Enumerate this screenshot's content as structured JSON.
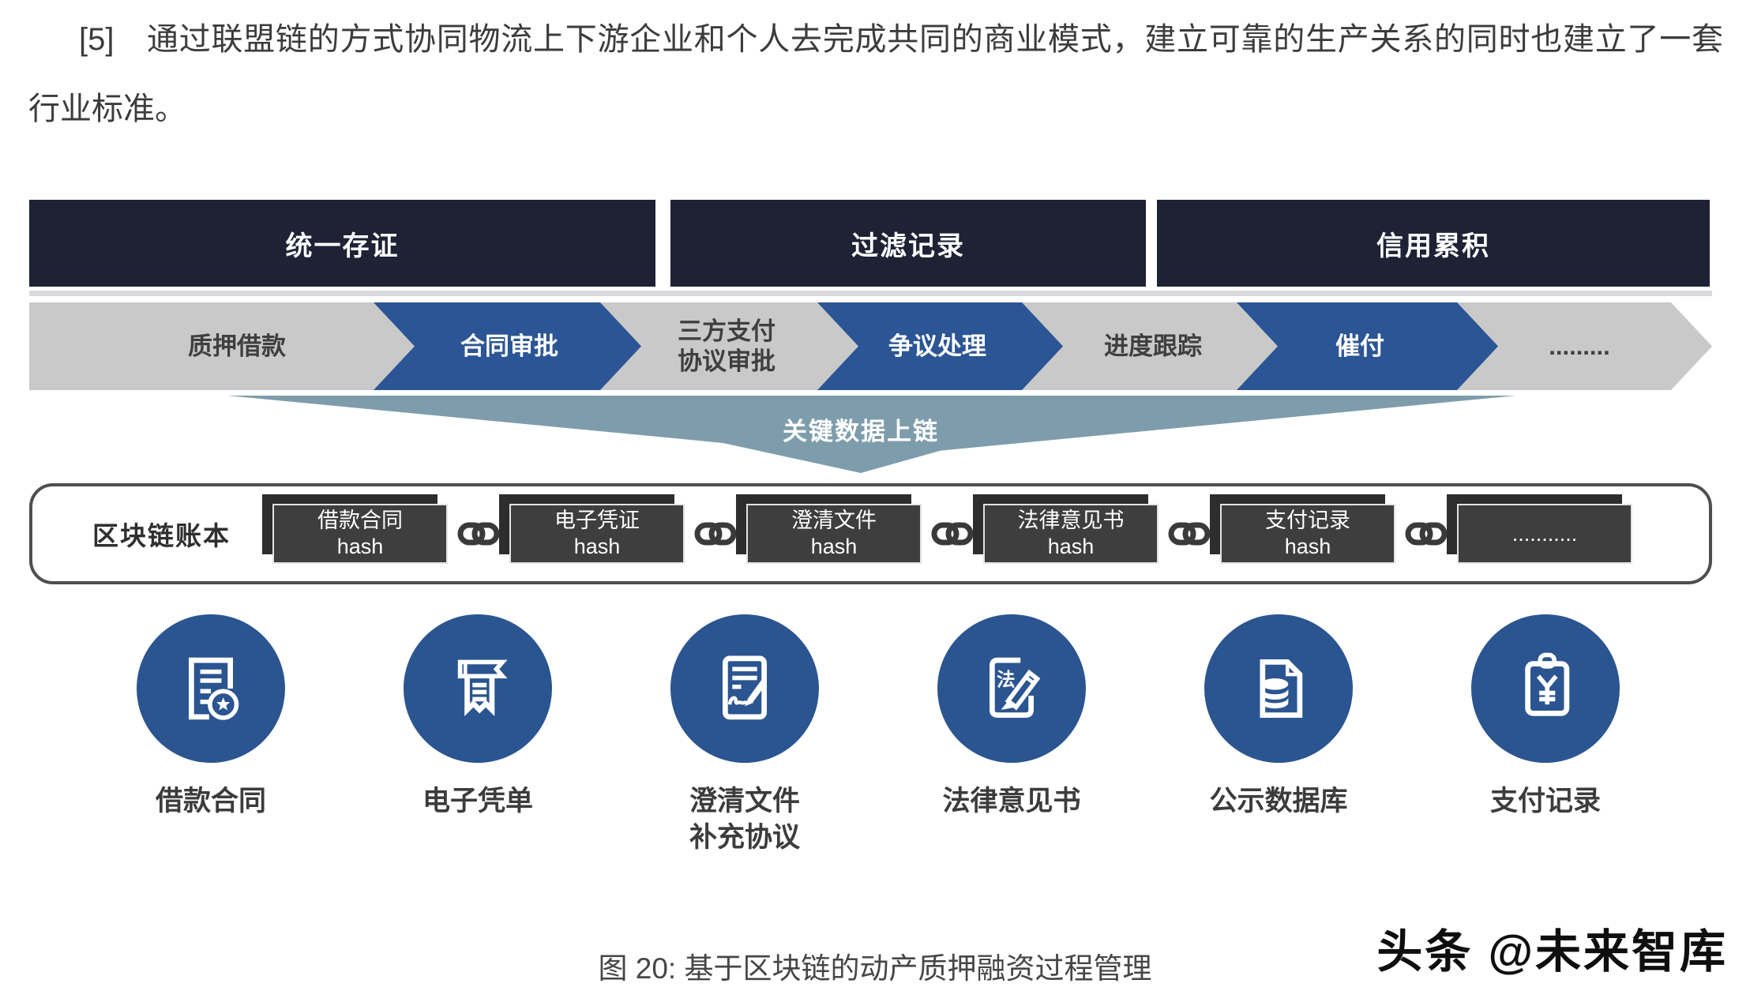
{
  "paragraph": "[5]　通过联盟链的方式协同物流上下游企业和个人去完成共同的商业模式，建立可靠的生产关系的同时也建立了一套行业标准。",
  "phase_bars": [
    {
      "label": "统一存证"
    },
    {
      "label": "过滤记录"
    },
    {
      "label": "信用累积"
    }
  ],
  "process_steps": [
    {
      "label": "质押借款",
      "type": "gray"
    },
    {
      "label": "合同审批",
      "type": "blue"
    },
    {
      "label": "三方支付\n协议审批",
      "type": "gray"
    },
    {
      "label": "争议处理",
      "type": "blue"
    },
    {
      "label": "进度跟踪",
      "type": "gray"
    },
    {
      "label": "催付",
      "type": "blue"
    },
    {
      "label": ".........",
      "type": "gray"
    }
  ],
  "funnel_label": "关键数据上链",
  "ledger": {
    "title": "区块链账本",
    "blocks": [
      {
        "line1": "借款合同",
        "line2": "hash"
      },
      {
        "line1": "电子凭证",
        "line2": "hash"
      },
      {
        "line1": "澄清文件",
        "line2": "hash"
      },
      {
        "line1": "法律意见书",
        "line2": "hash"
      },
      {
        "line1": "支付记录",
        "line2": "hash"
      },
      {
        "line1": "...........",
        "line2": ""
      }
    ]
  },
  "documents": [
    {
      "label": "借款合同",
      "icon": "contract-seal-icon"
    },
    {
      "label": "电子凭单",
      "icon": "receipt-icon"
    },
    {
      "label": "澄清文件\n补充协议",
      "icon": "signed-document-icon"
    },
    {
      "label": "法律意见书",
      "icon": "legal-pencil-icon"
    },
    {
      "label": "公示数据库",
      "icon": "database-document-icon"
    },
    {
      "label": "支付记录",
      "icon": "payment-clipboard-icon"
    }
  ],
  "caption": "图 20: 基于区块链的动产质押融资过程管理",
  "watermark": "头条 @未来智库",
  "colors": {
    "phase_bar_bg": "#1f2235",
    "band_gray": "#c9c9c9",
    "chevron_blue": "#2b5594",
    "funnel": "#7e9dac",
    "card_dark": "#3e3e3e",
    "circle_blue": "#2b5590"
  }
}
